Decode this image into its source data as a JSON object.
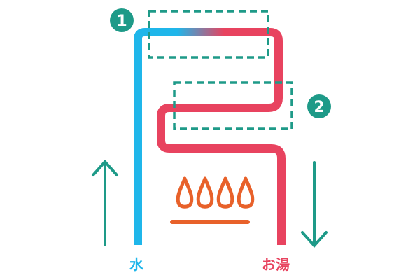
{
  "diagram": {
    "badges": [
      {
        "number": "1"
      },
      {
        "number": "2"
      }
    ],
    "labels": {
      "water_in": "水",
      "hot_water_out": "お湯"
    },
    "colors": {
      "cold": "#1fb6ea",
      "hot": "#e8435f",
      "accent": "#1e9a88",
      "flame": "#e8612a",
      "background": "#ffffff"
    },
    "icons": {
      "up_arrow": "arrow-up-icon",
      "down_arrow": "arrow-down-icon",
      "burner": "flame-icon"
    }
  }
}
